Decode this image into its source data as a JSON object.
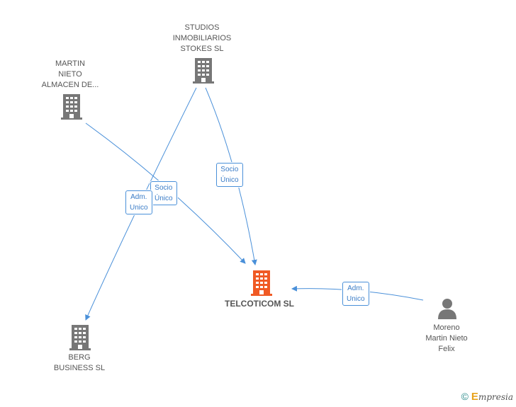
{
  "nodes": {
    "studios": {
      "label": "STUDIOS\nINMOBILIARIOS\nSTOKES SL",
      "icon": "building-icon",
      "color": "#777777"
    },
    "martin": {
      "label": "MARTIN\nNIETO\nALMACEN DE...",
      "icon": "building-icon",
      "color": "#777777"
    },
    "telcoticom": {
      "label": "TELCOTICOM SL",
      "icon": "building-icon",
      "color": "#f05a24"
    },
    "berg": {
      "label": "BERG\nBUSINESS SL",
      "icon": "building-icon",
      "color": "#777777"
    },
    "moreno": {
      "label": "Moreno\nMartin Nieto\nFelix",
      "icon": "person-icon",
      "color": "#777777"
    }
  },
  "edges": [
    {
      "from": "martin",
      "to": "telcoticom",
      "label": "Socio\nÚnico"
    },
    {
      "from": "studios",
      "to": "telcoticom",
      "label": "Socio\nÚnico"
    },
    {
      "from": "studios",
      "to": "berg",
      "label": "Adm.\nUnico"
    },
    {
      "from": "moreno",
      "to": "telcoticom",
      "label": "Adm.\nUnico"
    }
  ],
  "colors": {
    "edge": "#4a90d9",
    "edge_label_text": "#3a7cc7"
  },
  "footer": {
    "copyright": "©",
    "brand_initial": "E",
    "brand_rest": "mpresia"
  }
}
